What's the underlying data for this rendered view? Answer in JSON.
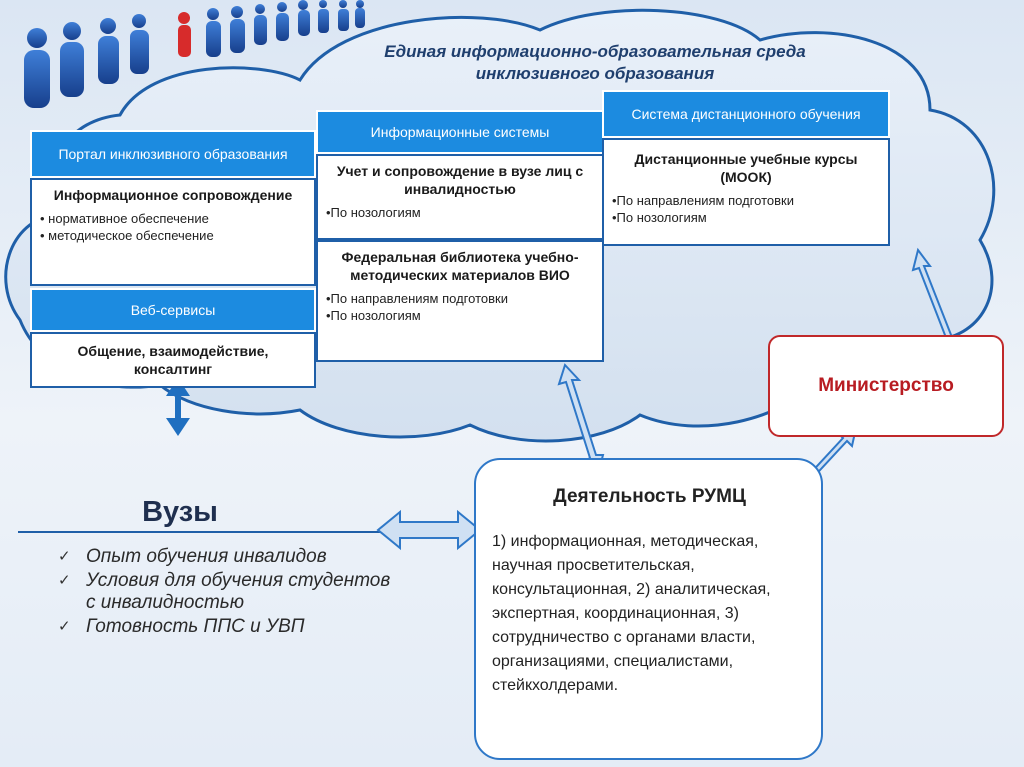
{
  "title": "Единая информационно-образовательная среда инклюзивного образования",
  "portal": {
    "header": "Портал инклюзивного образования",
    "info_title": "Информационное сопровождение",
    "info_items": [
      "• нормативное обеспечение",
      "• методическое обеспечение"
    ],
    "web_header": "Веб-сервисы",
    "web_text": "Общение, взаимодействие, консалтинг"
  },
  "info_systems": {
    "header": "Информационные системы",
    "box1_title": "Учет и сопровождение в вузе лиц с инвалидностью",
    "box1_items": [
      "•По нозологиям"
    ],
    "box2_title": "Федеральная библиотека учебно-методических материалов ВИО",
    "box2_items": [
      "•По направлениям подготовки",
      "•По нозологиям"
    ]
  },
  "distance": {
    "header": "Система дистанционного обучения",
    "title": "Дистанционные учебные курсы (МООК)",
    "items": [
      "•По направлениям подготовки",
      "•По нозологиям"
    ]
  },
  "ministry": "Министерство",
  "rumc": {
    "title": "Деятельность РУМЦ",
    "body": "1) информационная, методическая, научная просветительская, консультационная, 2) аналитическая, экспертная, координационная, 3) сотрудничество с органами власти, организациями, специалистами, стейкхолдерами."
  },
  "vuzy": {
    "title": "Вузы",
    "items": [
      "Опыт обучения инвалидов",
      "Условия для обучения студентов с инвалидностью",
      "Готовность ППС и УВП"
    ]
  },
  "colors": {
    "header_blue": "#1c8be0",
    "box_border": "#1f5fa8",
    "ministry_red": "#c0282a",
    "arrow_blue": "#1f6fc0"
  }
}
